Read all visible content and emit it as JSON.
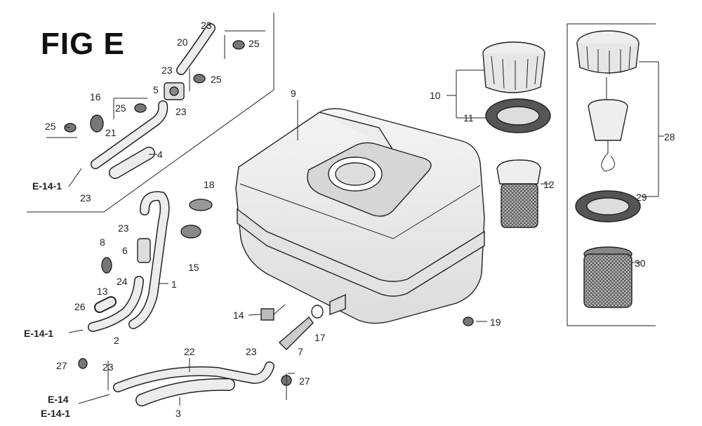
{
  "figure": {
    "title": "FIG E"
  },
  "labels": {
    "p1": "1",
    "p2": "2",
    "p3": "3",
    "p4": "4",
    "p5": "5",
    "p6": "6",
    "p7": "7",
    "p8": "8",
    "p9": "9",
    "p10": "10",
    "p11": "11",
    "p12": "12",
    "p13": "13",
    "p14": "14",
    "p15": "15",
    "p16": "16",
    "p17": "17",
    "p18": "18",
    "p19": "19",
    "p20": "20",
    "p21": "21",
    "p22": "22",
    "p23": "23",
    "p24": "24",
    "p25": "25",
    "p26": "26",
    "p27": "27",
    "p28": "28",
    "p29": "29",
    "p30": "30"
  },
  "refs": {
    "e141": "E-14-1",
    "e14": "E-14"
  }
}
